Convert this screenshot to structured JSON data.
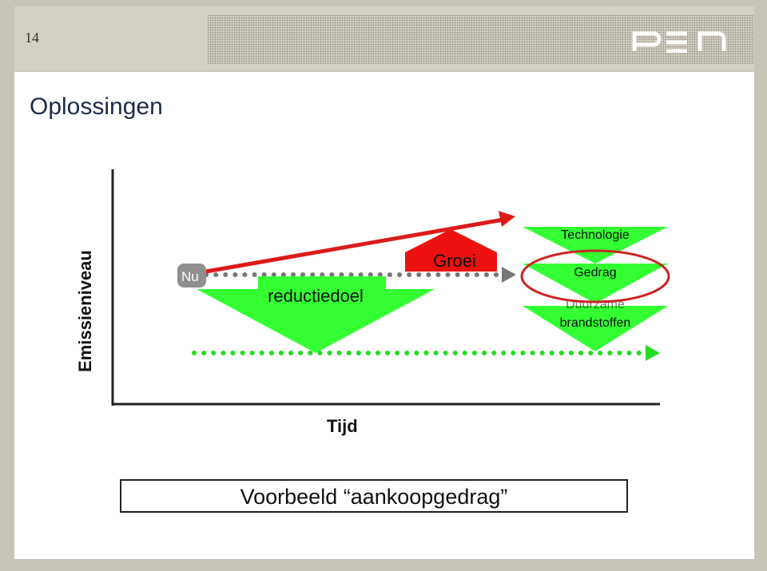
{
  "slide": {
    "page_number": "14",
    "title": "Oplossingen"
  },
  "diagram": {
    "y_axis_label": "Emissieniveau",
    "x_axis_label": "Tijd",
    "labels": {
      "now": "Nu",
      "target": "reductiedoel",
      "growth": "Groei",
      "technology": "Technologie",
      "behavior": "Gedrag",
      "fuels_line1": "Duurzame",
      "fuels_line2": "brandstoffen"
    },
    "colors": {
      "green": "#33ff33",
      "red": "#ee1111",
      "growth_arrow": "#dd1a1a",
      "highlight_ellipse": "#cc2222",
      "dotted_grey": "#777777",
      "dotted_green": "#22dd22"
    }
  },
  "example_box": {
    "text": "Voorbeeld “aankoopgedrag”"
  }
}
